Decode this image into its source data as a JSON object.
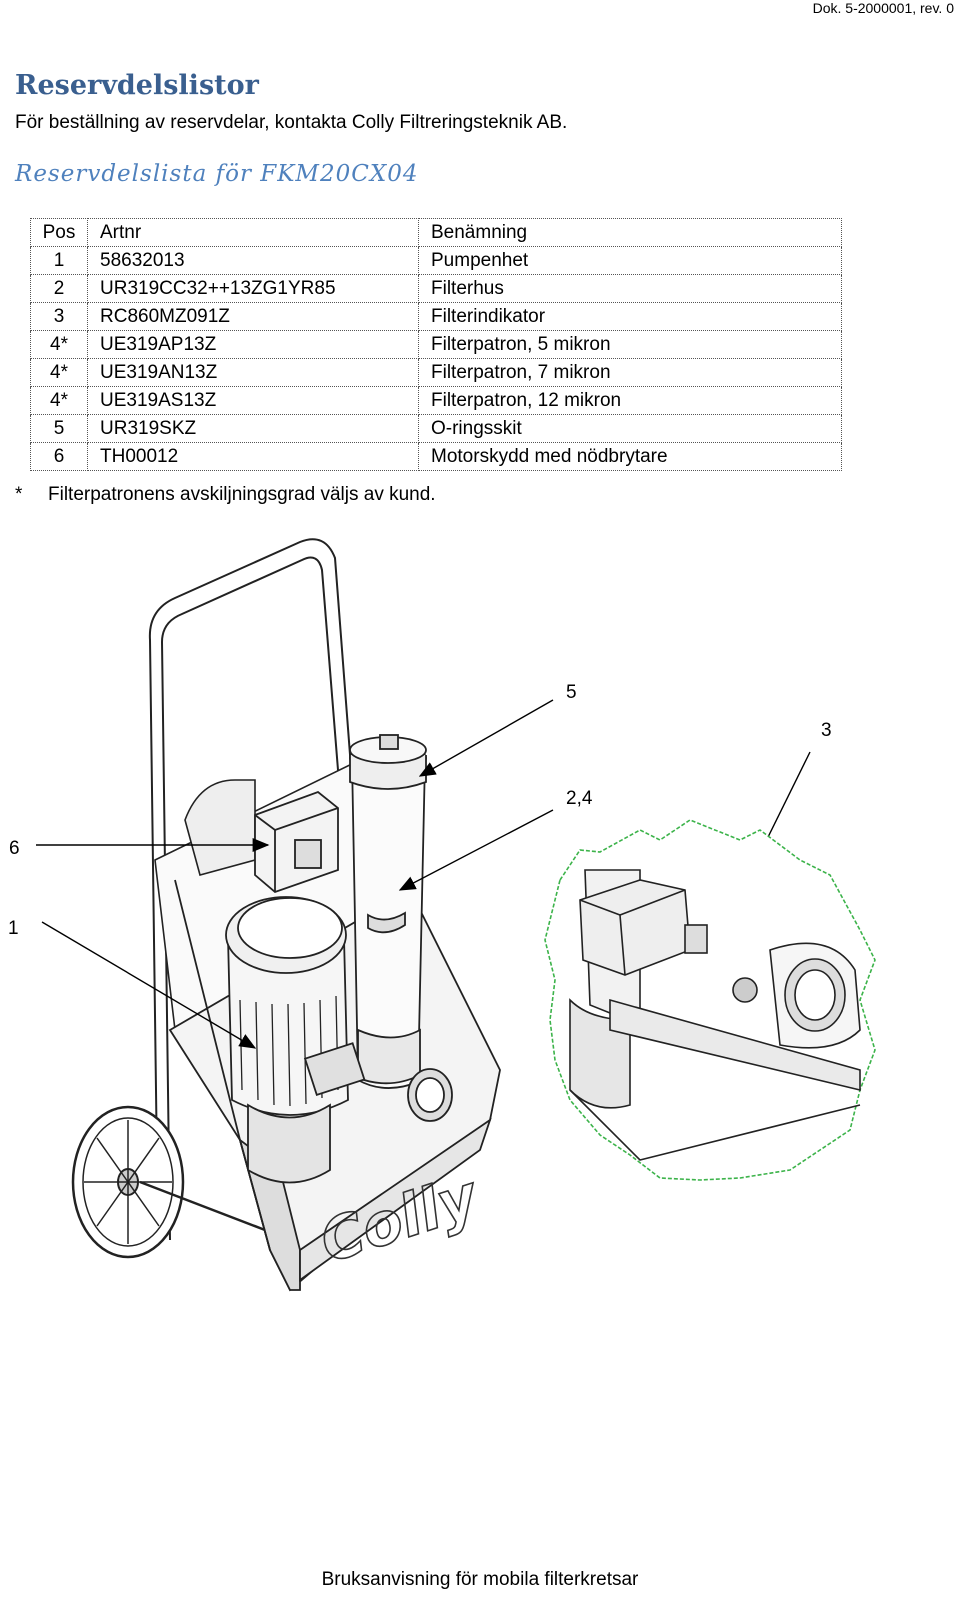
{
  "header": {
    "doc_ref": "Dok. 5-2000001, rev. 0"
  },
  "title": "Reservdelslistor",
  "intro": "För beställning av reservdelar, kontakta Colly Filtreringsteknik AB.",
  "subtitle": "Reservdelslista för FKM20CX04",
  "table": {
    "headers": {
      "pos": "Pos",
      "artnr": "Artnr",
      "name": "Benämning"
    },
    "rows": [
      {
        "pos": "1",
        "artnr": "58632013",
        "name": "Pumpenhet"
      },
      {
        "pos": "2",
        "artnr": "UR319CC32++13ZG1YR85",
        "name": "Filterhus"
      },
      {
        "pos": "3",
        "artnr": "RC860MZ091Z",
        "name": "Filterindikator"
      },
      {
        "pos": "4*",
        "artnr": "UE319AP13Z",
        "name": "Filterpatron, 5 mikron"
      },
      {
        "pos": "4*",
        "artnr": "UE319AN13Z",
        "name": "Filterpatron, 7 mikron"
      },
      {
        "pos": "4*",
        "artnr": "UE319AS13Z",
        "name": "Filterpatron, 12 mikron"
      },
      {
        "pos": "5",
        "artnr": "UR319SKZ",
        "name": "O-ringsskit"
      },
      {
        "pos": "6",
        "artnr": "TH00012",
        "name": "Motorskydd med nödbrytare"
      }
    ]
  },
  "footnote": {
    "mark": "*",
    "text": "Filterpatronens avskiljningsgrad väljs av kund."
  },
  "figure": {
    "callouts": {
      "c5": "5",
      "c3": "3",
      "c24": "2,4",
      "c6": "6",
      "c1": "1"
    },
    "brand_text": "Colly",
    "detail_outline_color": "#3cb34a"
  },
  "footer": "Bruksanvisning för mobila filterkretsar"
}
